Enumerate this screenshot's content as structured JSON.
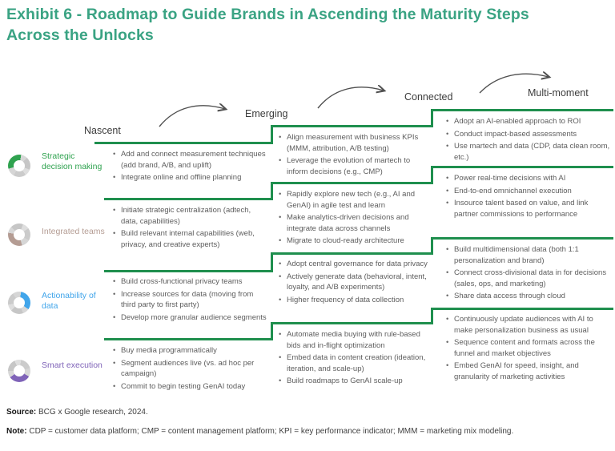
{
  "title": {
    "line1": "Exhibit 6 - Roadmap to Guide Brands in Ascending the Maturity Steps",
    "line2": "Across the Unlocks"
  },
  "stages": [
    {
      "label": "Nascent"
    },
    {
      "label": "Emerging"
    },
    {
      "label": "Connected"
    },
    {
      "label": "Multi-moment"
    }
  ],
  "colors": {
    "title_teal": "#3aa383",
    "step_line_green": "#1f8f4e",
    "bullet_text_gray": "#5d5d5d",
    "arrow_gray": "#4f4f4f",
    "row_strategic_green": "#2fa24f",
    "row_teams_taupe": "#b49c93",
    "row_data_blue": "#41a5ea",
    "row_execution_purple": "#7f63b8"
  },
  "rows": [
    {
      "label": "Strategic decision making",
      "color": "#2fa24f",
      "icon": "swirl-ring-icon",
      "cells": {
        "nascent": [
          "Add and connect measurement techniques (add brand, A/B, and uplift)",
          "Integrate online and offline planning"
        ],
        "emerging": [
          "Align measurement with business KPIs (MMM, attribution, A/B testing)",
          "Leverage the evolution of martech to inform decisions (e.g., CMP)"
        ],
        "connected": [
          "Adopt an AI-enabled approach to ROI",
          "Conduct impact-based assessments",
          "Use martech and data (CDP, data clean room, etc.)"
        ]
      }
    },
    {
      "label": "Integrated teams",
      "color": "#b49c93",
      "icon": "swirl-ring-icon",
      "cells": {
        "nascent": [
          "Initiate strategic centralization (adtech, data, capabilities)",
          "Build relevant internal capabilities (web, privacy, and creative experts)"
        ],
        "emerging": [
          "Rapidly explore new tech (e.g., AI and GenAI) in agile test and learn",
          "Make analytics-driven decisions and integrate data across channels",
          "Migrate to cloud-ready architecture"
        ],
        "connected": [
          "Power real-time decisions with AI",
          "End-to-end omnichannel execution",
          "Insource talent based on value, and link partner commissions to performance"
        ]
      }
    },
    {
      "label": "Actionability of data",
      "color": "#41a5ea",
      "icon": "swirl-ring-icon",
      "cells": {
        "nascent": [
          "Build cross-functional privacy teams",
          "Increase sources for data (moving from third party to first party)",
          "Develop more granular audience segments"
        ],
        "emerging": [
          "Adopt central governance for data privacy",
          "Actively generate data (behavioral, intent, loyalty, and A/B experiments)",
          "Higher frequency of data collection"
        ],
        "connected": [
          "Build multidimensional data (both 1:1 personalization and brand)",
          "Connect cross-divisional data in for decisions (sales, ops, and marketing)",
          "Share data access through cloud"
        ]
      }
    },
    {
      "label": "Smart execution",
      "color": "#7f63b8",
      "icon": "swirl-ring-icon",
      "cells": {
        "nascent": [
          "Buy media programmatically",
          "Segment audiences live (vs. ad hoc per campaign)",
          "Commit to begin testing GenAI today"
        ],
        "emerging": [
          "Automate media buying with rule-based bids and in-flight optimization",
          "Embed data in content creation (ideation, iteration, and scale-up)",
          "Build roadmaps to GenAI scale-up"
        ],
        "connected": [
          "Continuously update audiences with AI to make personalization business as usual",
          "Sequence content and formats across the funnel and market objectives",
          "Embed GenAI for speed, insight, and granularity of marketing activities"
        ]
      }
    }
  ],
  "footer": {
    "source_label": "Source:",
    "source_text": " BCG x Google research, 2024.",
    "note_label": "Note:",
    "note_text": " CDP = customer data platform; CMP = content management platform; KPI = key performance indicator; MMM = marketing mix modeling."
  }
}
